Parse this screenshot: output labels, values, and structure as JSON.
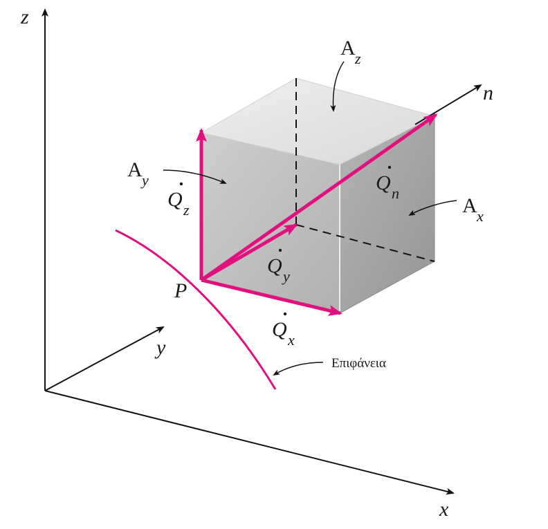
{
  "axes": {
    "z": "z",
    "y": "y",
    "x": "x",
    "n": "n"
  },
  "point": "P",
  "areas": {
    "ax": {
      "base": "A",
      "sub": "x"
    },
    "ay": {
      "base": "A",
      "sub": "y"
    },
    "az": {
      "base": "A",
      "sub": "z"
    }
  },
  "heat_flux": {
    "qx": {
      "base": "Q",
      "sub": "x"
    },
    "qy": {
      "base": "Q",
      "sub": "y"
    },
    "qz": {
      "base": "Q",
      "sub": "z"
    },
    "qn": {
      "base": "Q",
      "sub": "n"
    }
  },
  "surface_label": "Επιφάνεια",
  "colors": {
    "vector": "#e0117f",
    "axis": "#111111",
    "cube_top": "#e6e6e6",
    "cube_front": "#bdbdbd",
    "cube_side": "#a3a3a3"
  }
}
